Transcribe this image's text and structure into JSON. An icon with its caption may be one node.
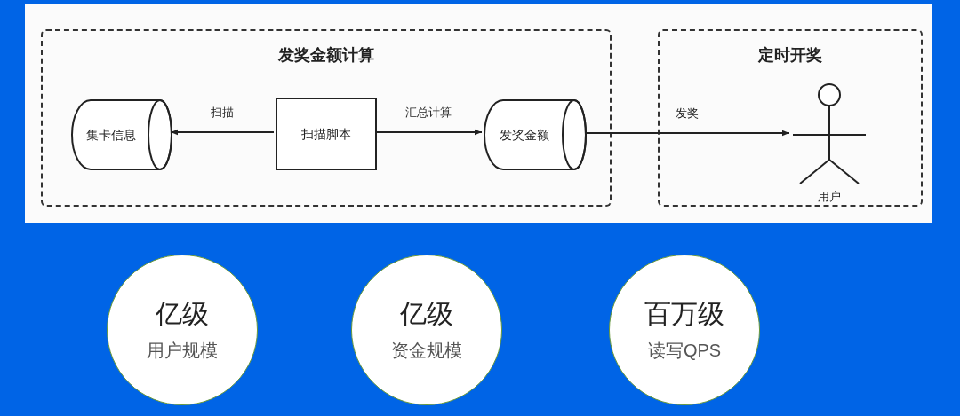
{
  "diagram": {
    "nodes": [
      {
        "text": [
          "发奖金额计算"
        ]
      },
      {
        "text": [
          "集卡信息"
        ],
        "in": 0
      },
      {
        "text": [
          "扫描脚本"
        ],
        "in": 0
      },
      {
        "text": [
          "发奖金额"
        ],
        "in": 0
      },
      {
        "text": [
          "定时开奖"
        ]
      },
      {
        "text": [
          "用户"
        ],
        "in": 4
      },
      {
        "text": [
          "亿级",
          "用户规模"
        ]
      },
      {
        "text": [
          "亿级",
          "资金规模"
        ]
      },
      {
        "text": [
          "百万级",
          "读写QPS"
        ]
      }
    ],
    "edges": [
      {
        "from": 2,
        "to": 1,
        "label": "扫描",
        "arrow": "to"
      },
      {
        "from": 2,
        "to": 3,
        "label": "汇总计算",
        "arrow": "to"
      },
      {
        "from": 3,
        "to": 5,
        "label": "发奖",
        "arrow": "to"
      }
    ]
  }
}
